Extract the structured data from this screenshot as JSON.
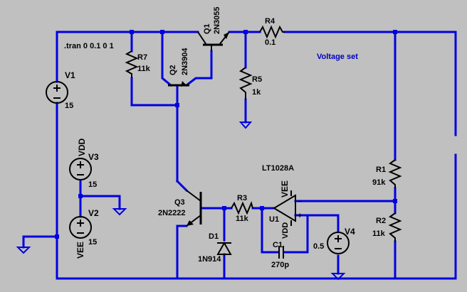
{
  "directive": ".tran 0 0.1 0 1",
  "annotation": "Voltage set",
  "components": {
    "Q1": {
      "ref": "Q1",
      "model": "2N3055"
    },
    "Q2": {
      "ref": "Q2",
      "model": "2N3904"
    },
    "Q3": {
      "ref": "Q3",
      "model": "2N2222"
    },
    "R1": {
      "ref": "R1",
      "value": "91k"
    },
    "R2": {
      "ref": "R2",
      "value": "11k"
    },
    "R3": {
      "ref": "R3",
      "value": "11k"
    },
    "R4": {
      "ref": "R4",
      "value": "0.1"
    },
    "R5": {
      "ref": "R5",
      "value": "1k"
    },
    "R7": {
      "ref": "R7",
      "value": "11k"
    },
    "V1": {
      "ref": "V1",
      "value": "15"
    },
    "V2": {
      "ref": "V2",
      "value": "15"
    },
    "V3": {
      "ref": "V3",
      "value": "15"
    },
    "V4": {
      "ref": "V4",
      "value": "0.5"
    },
    "C1": {
      "ref": "C1",
      "value": "270p"
    },
    "D1": {
      "ref": "D1",
      "model": "1N914"
    },
    "U1": {
      "ref": "U1",
      "model": "LT1028A"
    }
  },
  "nets": {
    "vdd": "VDD",
    "vee": "VEE"
  },
  "colors": {
    "background": "#c0c0c0",
    "wire": "#0000e0",
    "component": "#000000",
    "note": "#0000c0"
  }
}
